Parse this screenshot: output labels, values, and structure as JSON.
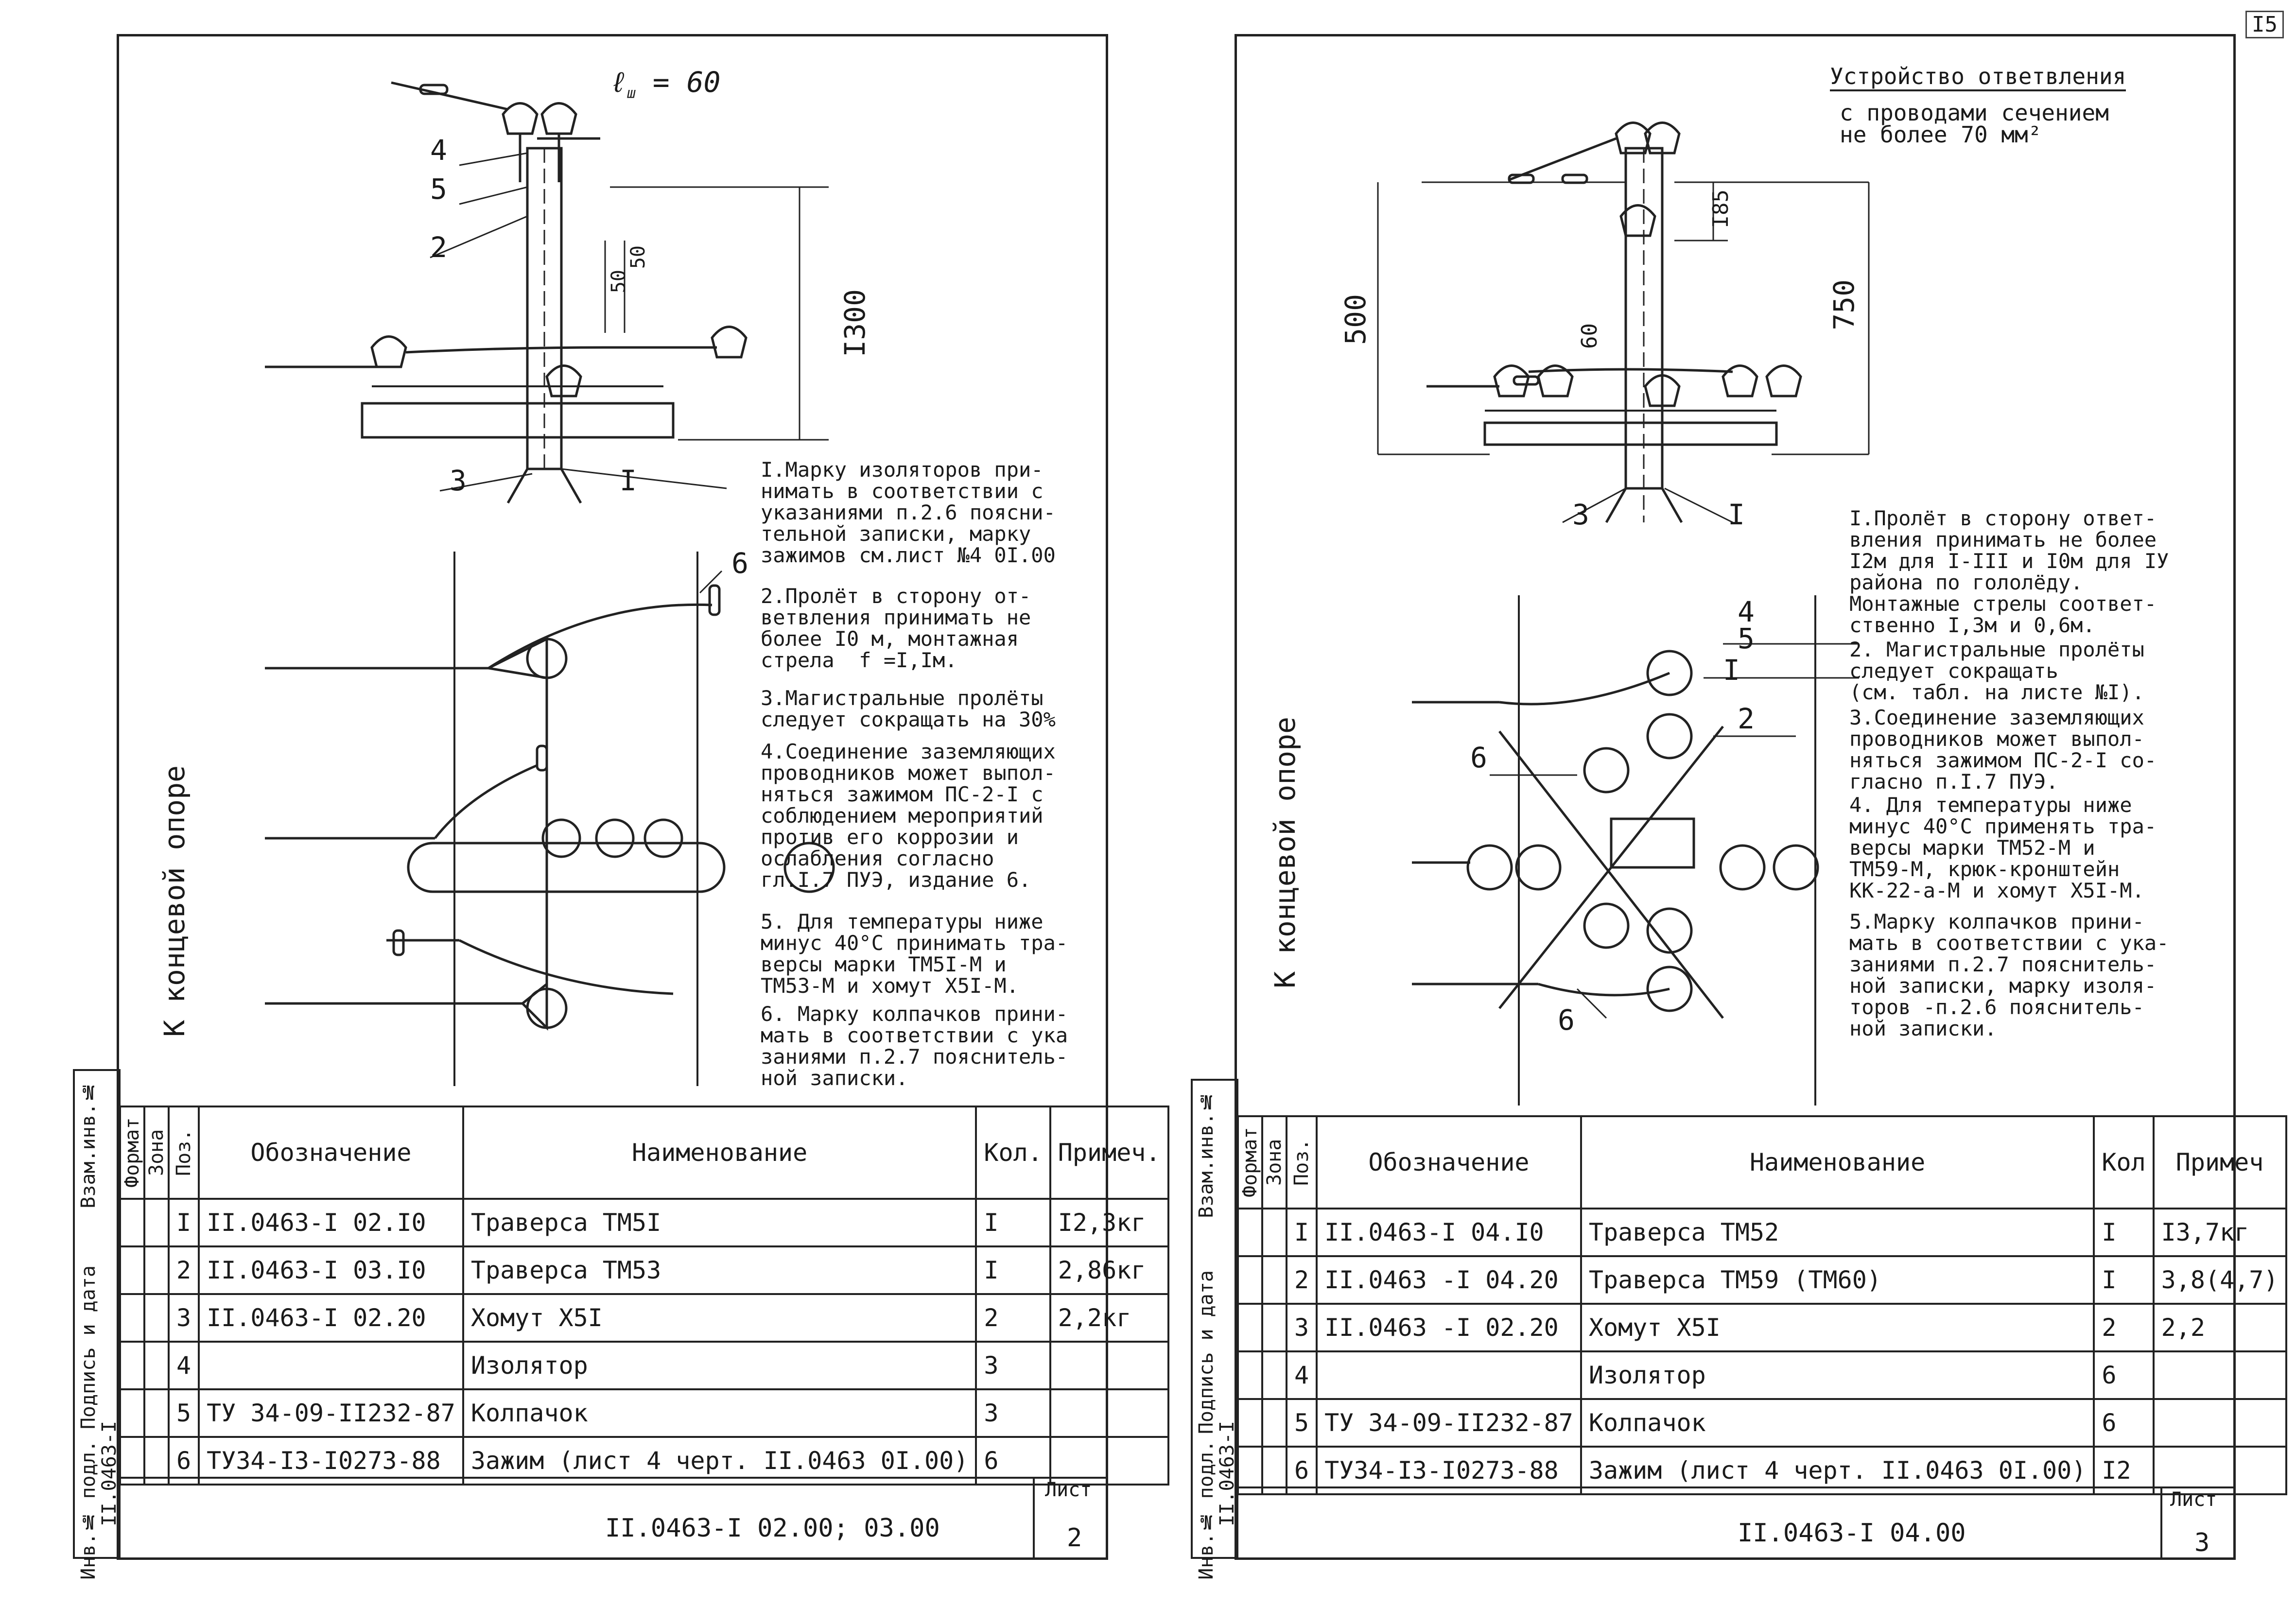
{
  "page_number": "I5",
  "left": {
    "labels": {
      "length": "ℓ",
      "length_sub": "ш",
      "length_val": "= 60",
      "dim_1300": "I300",
      "dim_50a": "50",
      "dim_50b": "50",
      "side": "К концевой опоре"
    },
    "callouts": [
      "I",
      "2",
      "3",
      "4",
      "5",
      "6"
    ],
    "notes": [
      "I.Марку изоляторов при-\nнимать в соответствии с\nуказаниями п.2.6 поясни-\nтельной записки, марку\nзажимов см.лист №4 0I.00",
      "2.Пролёт в сторону от-\nветвления принимать не\nболее I0 м, монтажная\nстрела  f =I,Iм.",
      "3.Магистральные пролёты\nследует сокращать на 30%",
      "4.Соединение заземляющих\nпроводников может выпол-\nняться зажимом ПС-2-I с\nсоблюдением мероприятий\nпротив его коррозии и\nослабления согласно\nгл.I.7 ПУЭ, издание 6.",
      "5. Для температуры ниже\nминус 40°С принимать тра-\nверсы марки ТМ5I-М и\nТМ53-М и хомут Х5I-М.",
      "6. Марку колпачков прини-\nмать в соответствии с ука\nзаниями п.2.7 пояснитель-\nной записки."
    ],
    "table": {
      "headers": {
        "format": "Формат",
        "zone": "Зона",
        "pos": "Поз.",
        "designation": "Обозначение",
        "name": "Наименование",
        "qty": "Кол.",
        "note": "Примеч."
      },
      "rows": [
        {
          "pos": "I",
          "designation": "II.0463-I 02.I0",
          "name": "Траверса ТМ5I",
          "qty": "I",
          "note": "I2,3кг"
        },
        {
          "pos": "2",
          "designation": "II.0463-I 03.I0",
          "name": "Траверса ТМ53",
          "qty": "I",
          "note": "2,86кг"
        },
        {
          "pos": "3",
          "designation": "II.0463-I 02.20",
          "name": "Хомут Х5I",
          "qty": "2",
          "note": "2,2кг"
        },
        {
          "pos": "4",
          "designation": "",
          "name": "Изолятор",
          "qty": "3",
          "note": ""
        },
        {
          "pos": "5",
          "designation": "ТУ 34-09-II232-87",
          "name": "Колпачок",
          "qty": "3",
          "note": ""
        },
        {
          "pos": "6",
          "designation": "ТУ34-I3-I0273-88",
          "name": "Зажим (лист 4 черт. II.0463 0I.00)",
          "qty": "6",
          "note": ""
        }
      ]
    },
    "title_block": {
      "code": "II.0463-I 02.00; 03.00",
      "sheet_label": "Лист",
      "sheet_no": "2"
    },
    "side_strip": {
      "top": "Взам.инв.№",
      "mid": "Подпись и дата",
      "bottom": "Инв.№ подл.",
      "code": "II.0463-I"
    }
  },
  "right": {
    "header": [
      "Устройство ответвления",
      "с проводами сечением",
      "не более 70 мм²"
    ],
    "labels": {
      "dim_185": "I85",
      "dim_500": "500",
      "dim_750": "750",
      "dim_60": "60",
      "side": "К концевой опоре"
    },
    "callouts": [
      "I",
      "2",
      "3",
      "4",
      "5",
      "6"
    ],
    "notes": [
      "I.Пролёт в сторону ответ-\nвления принимать не более\nI2м для I-III и I0м для IУ\nрайона по гололёду.\nМонтажные стрелы соответ-\nственно I,3м и 0,6м.",
      "2. Магистральные пролёты\nследует сокращать\n(см. табл. на листе №I).",
      "3.Соединение заземляющих\nпроводников может выпол-\nняться зажимом ПС-2-I со-\nгласно п.I.7 ПУЭ.",
      "4. Для температуры ниже\nминус 40°С применять тра-\nверсы марки ТМ52-М и\nТМ59-М, крюк-кронштейн\nКК-22-а-М и хомут Х5I-М.",
      "5.Марку колпачков прини-\nмать в соответствии с ука-\nзаниями п.2.7 пояснитель-\nной записки, марку изоля-\nторов -п.2.6 пояснитель-\nной записки."
    ],
    "table": {
      "headers": {
        "format": "Формат",
        "zone": "Зона",
        "pos": "Поз.",
        "designation": "Обозначение",
        "name": "Наименование",
        "qty": "Кол",
        "note": "Примеч"
      },
      "rows": [
        {
          "pos": "I",
          "designation": "II.0463-I 04.I0",
          "name": "Траверса ТМ52",
          "qty": "I",
          "note": "I3,7кг"
        },
        {
          "pos": "2",
          "designation": "II.0463 -I 04.20",
          "name": "Траверса ТМ59 (ТМ60)",
          "qty": "I",
          "note": "3,8(4,7)"
        },
        {
          "pos": "3",
          "designation": "II.0463 -I 02.20",
          "name": "Хомут Х5I",
          "qty": "2",
          "note": "2,2"
        },
        {
          "pos": "4",
          "designation": "",
          "name": "Изолятор",
          "qty": "6",
          "note": ""
        },
        {
          "pos": "5",
          "designation": "ТУ 34-09-II232-87",
          "name": "Колпачок",
          "qty": "6",
          "note": ""
        },
        {
          "pos": "6",
          "designation": "ТУ34-I3-I0273-88",
          "name": "Зажим (лист 4 черт. II.0463 0I.00)",
          "qty": "I2",
          "note": ""
        }
      ]
    },
    "title_block": {
      "code": "II.0463-I 04.00",
      "sheet_label": "Лист",
      "sheet_no": "3"
    },
    "side_strip": {
      "top": "Взам.инв.№",
      "mid": "Подпись и дата",
      "bottom": "Инв.№ подл.",
      "code": "II.0463-I"
    }
  }
}
